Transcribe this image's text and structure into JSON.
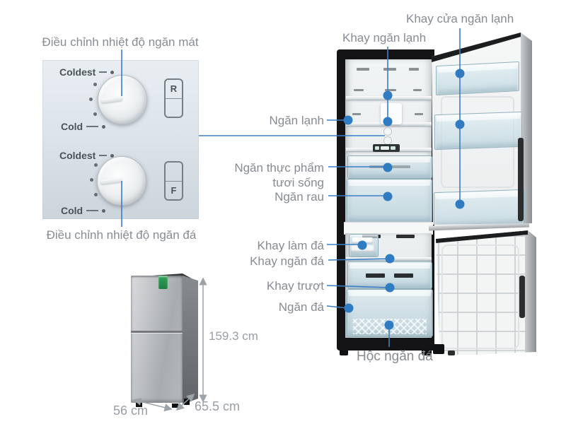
{
  "colors": {
    "accent_line": "#3b7ec5",
    "accent_dot": "#2f7cc3",
    "label_gray": "#878c92",
    "dimension_gray": "#999fa5",
    "energy_label_green": "#2c9a52"
  },
  "control_panel": {
    "cooler_title": "Điều chỉnh nhiệt độ ngăn mát",
    "freezer_title": "Điều chỉnh nhiệt độ ngăn đá",
    "cooler_dial": {
      "max": "Coldest",
      "min": "Cold",
      "button": "R"
    },
    "freezer_dial": {
      "max": "Coldest",
      "min": "Cold",
      "button": "F"
    }
  },
  "callouts": {
    "door_tray_cooler": "Khay cửa ngăn lạnh",
    "shelf_cooler": "Khay ngăn lạnh",
    "cooler": "Ngăn lạnh",
    "fresh_food_line1": "Ngăn thực phẩm",
    "fresh_food_line2": "tươi sống",
    "vegetable": "Ngăn rau",
    "ice_tray": "Khay làm đá",
    "freezer_tray": "Khay ngăn đá",
    "sliding_tray": "Khay trượt",
    "freezer": "Ngăn đá",
    "freezer_drawer": "Hộc ngăn đá"
  },
  "dimensions": {
    "height": "159.3 cm",
    "width": "56 cm",
    "depth": "65.5 cm"
  }
}
